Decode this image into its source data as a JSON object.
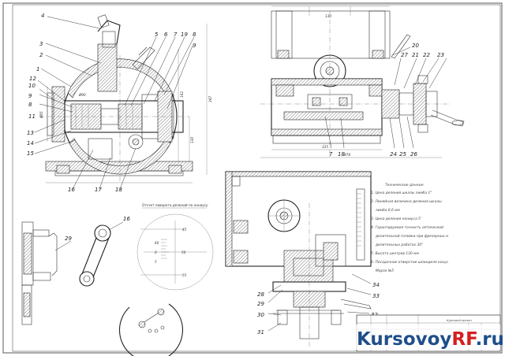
{
  "drawing": {
    "callouts_front": [
      "1",
      "2",
      "3",
      "4",
      "5",
      "6",
      "7",
      "19",
      "8",
      "9",
      "10",
      "11",
      "12",
      "13",
      "14",
      "15",
      "16",
      "17",
      "18"
    ],
    "callouts_side": [
      "20",
      "27",
      "21",
      "22",
      "23",
      "7",
      "18",
      "24",
      "25",
      "26"
    ],
    "callouts_lower": [
      "29",
      "16",
      "28",
      "29",
      "30",
      "31",
      "32",
      "33",
      "34"
    ],
    "section_caption": "Отсчет поворота делений по нониусу",
    "scale_marks": [
      "45",
      "50",
      "55",
      "60",
      "0",
      "5"
    ]
  },
  "tech_requirements": {
    "title": "Технические данные",
    "lines": [
      "1. Цена деления шкалы лимба 1°",
      "2. Линейная величина деления шкалы",
      "лимба 0,6 мм",
      "3. Цена деления нониуса 5'",
      "4. Гарантируемая точность оптической",
      "делительной головки при фрезерных и",
      "делительных работах 30''",
      "5. Высота центров 130 мм",
      "6. Посадочное отверстие шпинделя конус",
      "Морзе №5"
    ]
  },
  "title_block": {
    "name": "Курсовой проект"
  },
  "watermark": {
    "part1": "Kursovoy",
    "part2": "RF",
    "part3": ".ru",
    "color_main": "#1f4f8a",
    "color_accent": "#d42020"
  }
}
